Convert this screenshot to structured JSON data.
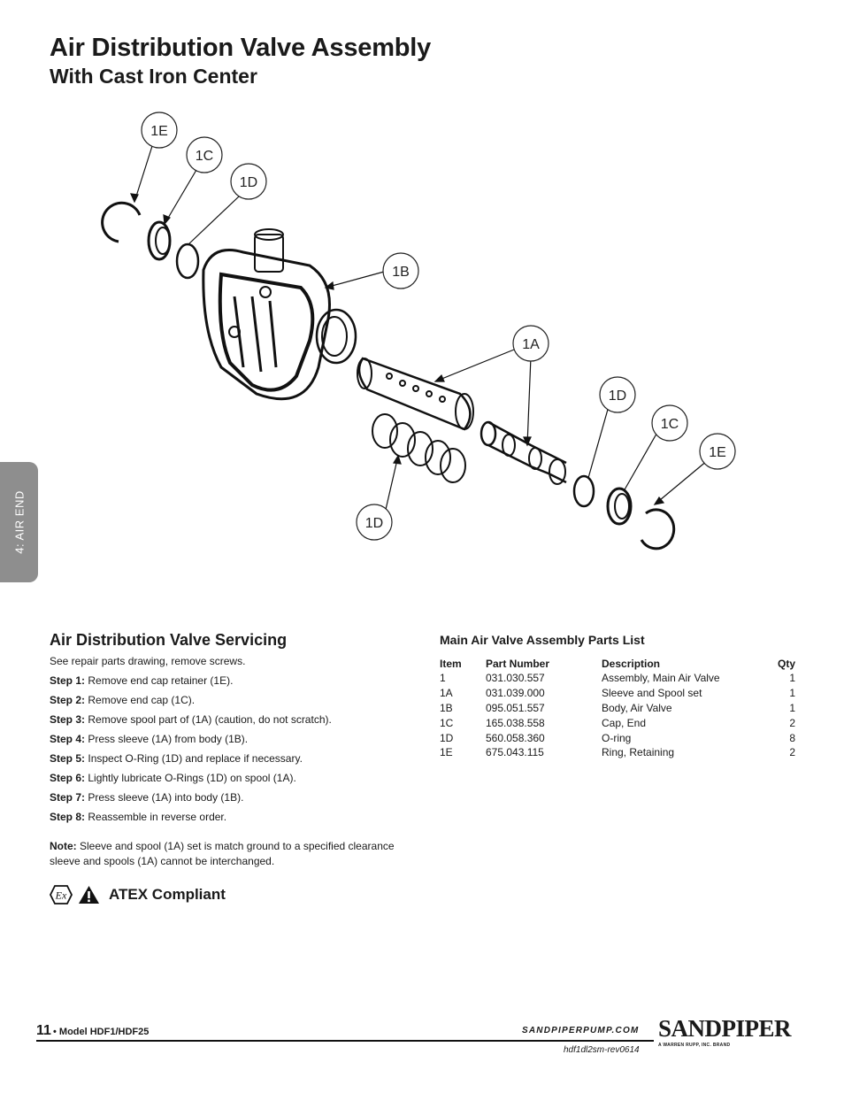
{
  "header": {
    "title": "Air Distribution Valve Assembly",
    "subtitle": "With Cast Iron Center"
  },
  "side_tab": "4: AIR END",
  "diagram": {
    "callouts": [
      "1E",
      "1C",
      "1D",
      "1B",
      "1A",
      "1D",
      "1C",
      "1E",
      "1D"
    ]
  },
  "servicing": {
    "heading": "Air Distribution Valve Servicing",
    "intro": "See repair parts drawing, remove screws.",
    "steps": [
      {
        "label": "Step 1:",
        "text": "Remove end cap retainer (1E)."
      },
      {
        "label": "Step 2:",
        "text": "Remove end cap (1C)."
      },
      {
        "label": "Step 3:",
        "text": "Remove spool part of (1A) (caution, do not scratch)."
      },
      {
        "label": "Step 4:",
        "text": "Press sleeve (1A) from body (1B)."
      },
      {
        "label": "Step 5:",
        "text": "Inspect O-Ring (1D) and replace if necessary."
      },
      {
        "label": "Step 6:",
        "text": "Lightly lubricate O-Rings (1D) on spool (1A)."
      },
      {
        "label": "Step 7:",
        "text": "Press sleeve (1A) into body (1B)."
      },
      {
        "label": "Step 8:",
        "text": "Reassemble in reverse order."
      }
    ],
    "note_label": "Note:",
    "note_text": "Sleeve and spool (1A) set is match ground to a specified clearance sleeve and spools (1A) cannot be interchanged.",
    "atex_label": "ATEX Compliant"
  },
  "parts_list": {
    "heading": "Main Air Valve Assembly Parts List",
    "columns": [
      "Item",
      "Part Number",
      "Description",
      "Qty"
    ],
    "rows": [
      [
        "1",
        "031.030.557",
        "Assembly, Main Air Valve",
        "1"
      ],
      [
        "1A",
        "031.039.000",
        "Sleeve and Spool set",
        "1"
      ],
      [
        "1B",
        "095.051.557",
        "Body, Air Valve",
        "1"
      ],
      [
        "1C",
        "165.038.558",
        "Cap, End",
        "2"
      ],
      [
        "1D",
        "560.058.360",
        "O-ring",
        "8"
      ],
      [
        "1E",
        "675.043.115",
        "Ring, Retaining",
        "2"
      ]
    ]
  },
  "footer": {
    "page_number": "11",
    "model": "• Model HDF1/HDF25",
    "website": "SANDPIPERPUMP.COM",
    "revision": "hdf1dl2sm-rev0614",
    "logo_name": "SANDPIPER",
    "logo_sub": "A WARREN RUPP, INC. BRAND"
  }
}
